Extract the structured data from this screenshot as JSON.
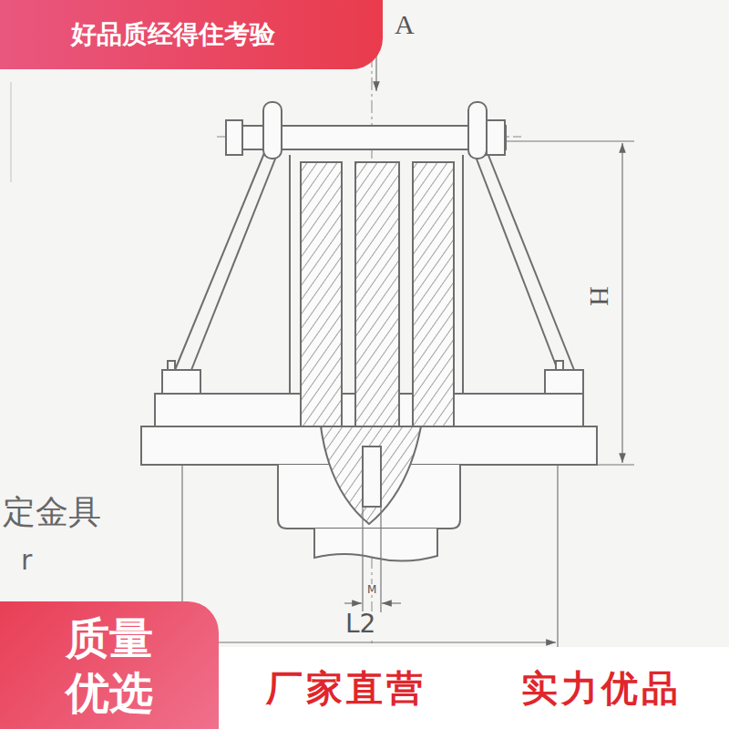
{
  "diagram": {
    "nodes": [
      {
        "text": [
          "好品质经得住考验"
        ]
      },
      {
        "text": [
          "质量 优选"
        ]
      },
      {
        "text": [
          "厂家直营",
          "实力优品"
        ]
      }
    ],
    "edges": [],
    "labels": [
      "A",
      "H",
      "定金具",
      "r",
      "M",
      "L2"
    ]
  }
}
